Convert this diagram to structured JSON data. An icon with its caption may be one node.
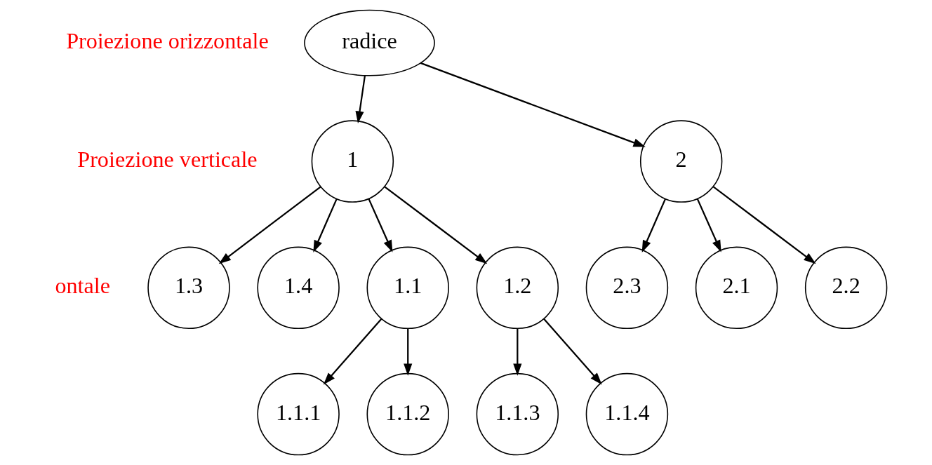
{
  "diagram": {
    "nodes": [
      {
        "text": [
          "radice"
        ]
      },
      {
        "text": [
          "1"
        ]
      },
      {
        "text": [
          "2"
        ]
      },
      {
        "text": [
          "1.1"
        ]
      },
      {
        "text": [
          "1.2"
        ]
      },
      {
        "text": [
          "1.3"
        ]
      },
      {
        "text": [
          "1.4"
        ]
      },
      {
        "text": [
          "2.1"
        ]
      },
      {
        "text": [
          "2.2"
        ]
      },
      {
        "text": [
          "2.3"
        ]
      },
      {
        "text": [
          "1.1.1"
        ]
      },
      {
        "text": [
          "1.1.2"
        ]
      },
      {
        "text": [
          "1.1.3"
        ]
      },
      {
        "text": [
          "1.1.4"
        ]
      }
    ],
    "edges": [
      {
        "from": 0,
        "to": 1,
        "arrow": "to"
      },
      {
        "from": 0,
        "to": 2,
        "arrow": "to"
      },
      {
        "from": 1,
        "to": 3,
        "arrow": "to"
      },
      {
        "from": 1,
        "to": 4,
        "arrow": "to"
      },
      {
        "from": 1,
        "to": 5,
        "arrow": "to"
      },
      {
        "from": 1,
        "to": 6,
        "arrow": "to"
      },
      {
        "from": 2,
        "to": 7,
        "arrow": "to"
      },
      {
        "from": 2,
        "to": 8,
        "arrow": "to"
      },
      {
        "from": 2,
        "to": 9,
        "arrow": "to"
      },
      {
        "from": 3,
        "to": 10,
        "arrow": "to"
      },
      {
        "from": 3,
        "to": 11,
        "arrow": "to"
      },
      {
        "from": 4,
        "to": 12,
        "arrow": "to"
      },
      {
        "from": 4,
        "to": 13,
        "arrow": "to"
      }
    ],
    "labels": [
      "Proiezione orizzontale",
      "Proiezione verticale",
      "ontale"
    ]
  }
}
